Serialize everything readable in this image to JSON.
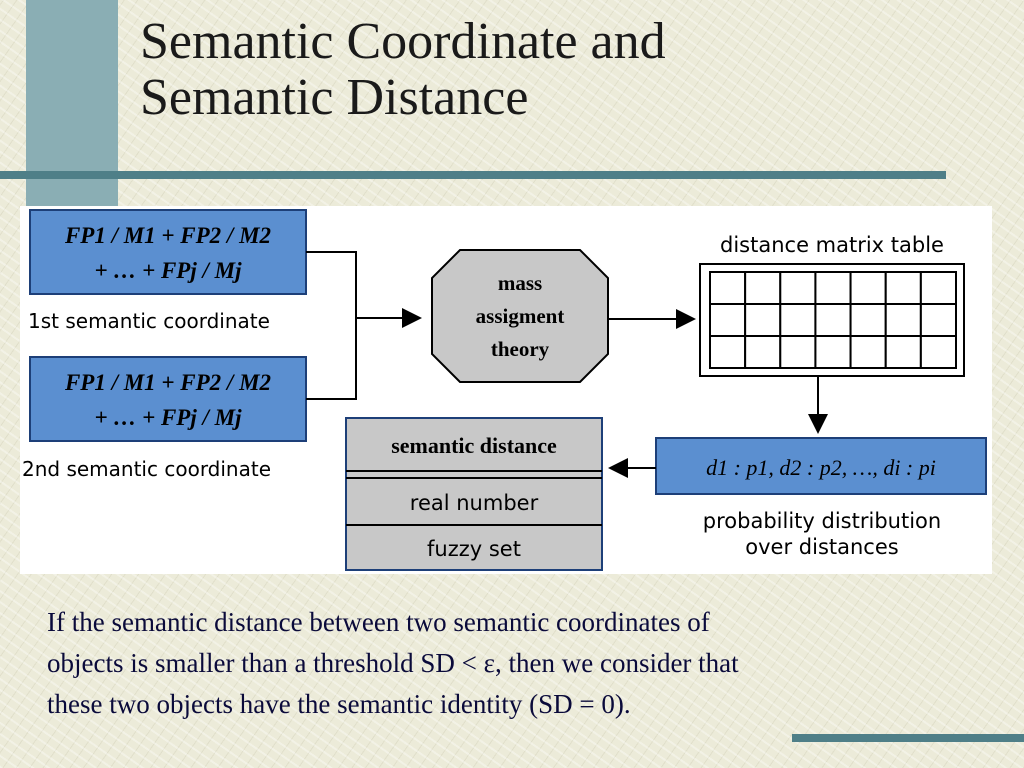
{
  "title": {
    "line1": "Semantic Coordinate and",
    "line2": "Semantic Distance"
  },
  "diagram": {
    "coord_formula_line1": "FP1 / M1 + FP2 / M2",
    "coord_formula_line2": "+ … + FPj / Mj",
    "coord1_label": "1st semantic coordinate",
    "coord2_label": "2nd semantic coordinate",
    "mass_node": [
      "mass",
      "assigment",
      "theory"
    ],
    "matrix_label": "distance matrix table",
    "matrix_grid": {
      "rows": 3,
      "cols": 7
    },
    "prob_formula": "d1 : p1, d2 : p2, …, di : pi",
    "prob_label_line1": "probability distribution",
    "prob_label_line2": "over distances",
    "sd_header": "semantic distance",
    "sd_row1": "real number",
    "sd_row2": "fuzzy set",
    "colors": {
      "blue_box": "#5b8fd0",
      "octagon": "#c8c8c8",
      "table_box": "#c8c8c8",
      "teal_rule": "#4f7f88"
    }
  },
  "caption": {
    "line1": "If the semantic distance between two semantic coordinates of",
    "line2": "objects is smaller than a threshold SD < ε, then we consider that",
    "line3": "these two objects have the semantic identity (SD = 0)."
  }
}
